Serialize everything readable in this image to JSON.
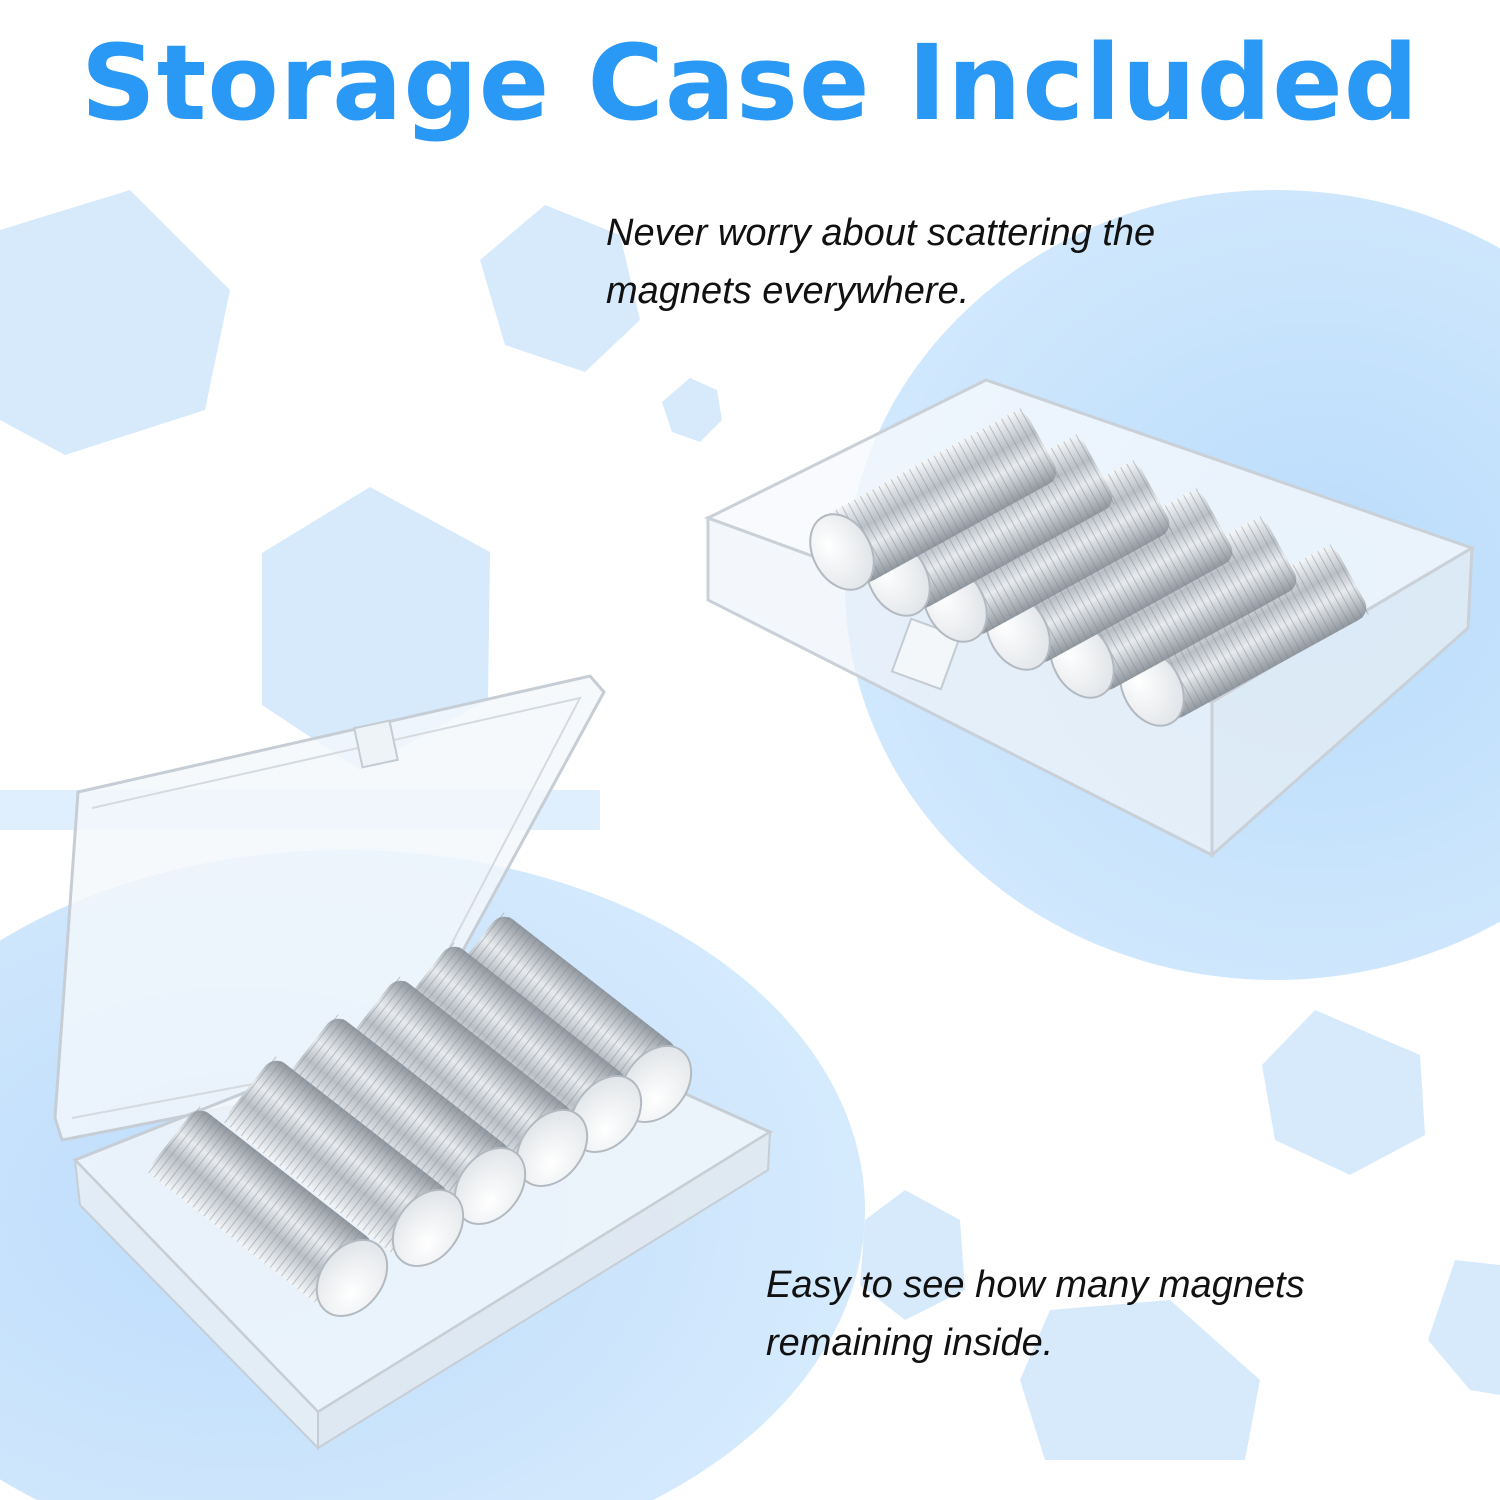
{
  "title": "Storage Case Included",
  "captions": [
    {
      "line1": "Never worry about scattering the",
      "line2": "magnets everywhere."
    },
    {
      "line1": "Easy to see how many magnets",
      "line2": "remaining inside."
    }
  ],
  "colors": {
    "accent": "#2a98f5",
    "background_hex": "#d6eafc",
    "background_blob": "#c3e1fb",
    "text": "#111111"
  },
  "products": [
    {
      "kind": "closed storage case",
      "magnet_stacks": 6
    },
    {
      "kind": "open storage case",
      "magnet_stacks": 6
    }
  ],
  "icons": [
    "hexagon-shape"
  ]
}
